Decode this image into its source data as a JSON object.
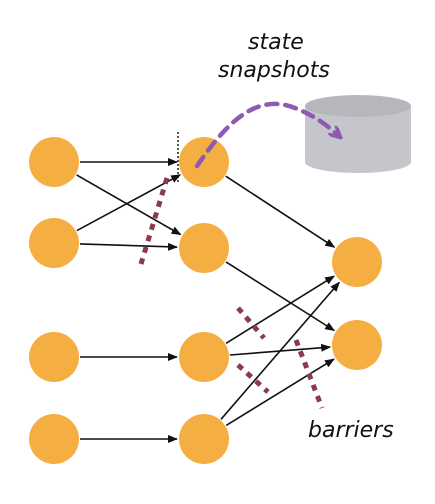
{
  "labels": {
    "state": "state",
    "snapshots": "snapshots",
    "barriers": "barriers"
  },
  "colors": {
    "node": "#F5AE42",
    "edge": "#111111",
    "barrier": "#8B3A4A",
    "snapshot_arrow": "#8E5BB0",
    "storage": "#C4C6CB",
    "storage_top": "#B5B7BD"
  },
  "icons": {
    "storage": "database-icon"
  },
  "nodes": [
    {
      "id": "s1",
      "layer": "source"
    },
    {
      "id": "s2",
      "layer": "source"
    },
    {
      "id": "s3",
      "layer": "source"
    },
    {
      "id": "s4",
      "layer": "source"
    },
    {
      "id": "m1",
      "layer": "middle"
    },
    {
      "id": "m2",
      "layer": "middle"
    },
    {
      "id": "m3",
      "layer": "middle"
    },
    {
      "id": "m4",
      "layer": "middle"
    },
    {
      "id": "k1",
      "layer": "sink"
    },
    {
      "id": "k2",
      "layer": "sink"
    }
  ],
  "edges": [
    [
      "s1",
      "m1"
    ],
    [
      "s1",
      "m2"
    ],
    [
      "s2",
      "m1"
    ],
    [
      "s2",
      "m2"
    ],
    [
      "s3",
      "m3"
    ],
    [
      "s4",
      "m4"
    ],
    [
      "m1",
      "k1"
    ],
    [
      "m2",
      "k2"
    ],
    [
      "m3",
      "k1"
    ],
    [
      "m3",
      "k2"
    ],
    [
      "m4",
      "k1"
    ],
    [
      "m4",
      "k2"
    ]
  ]
}
